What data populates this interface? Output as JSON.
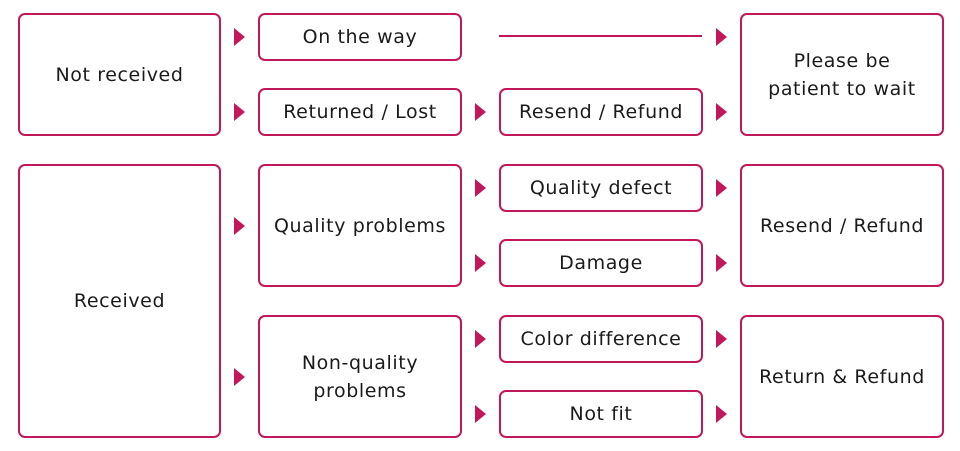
{
  "accent_color": "#c2185b",
  "nodes": {
    "not_received": "Not received",
    "on_the_way": "On the way",
    "returned_lost": "Returned / Lost",
    "resend_refund_top": "Resend / Refund",
    "please_wait_line1": "Please be",
    "please_wait_line2": "patient to wait",
    "received": "Received",
    "quality_problems": "Quality problems",
    "quality_defect": "Quality defect",
    "damage": "Damage",
    "resend_refund_bottom": "Resend / Refund",
    "non_quality_line1": "Non-quality",
    "non_quality_line2": "problems",
    "color_difference": "Color difference",
    "not_fit": "Not fit",
    "return_refund": "Return & Refund"
  }
}
